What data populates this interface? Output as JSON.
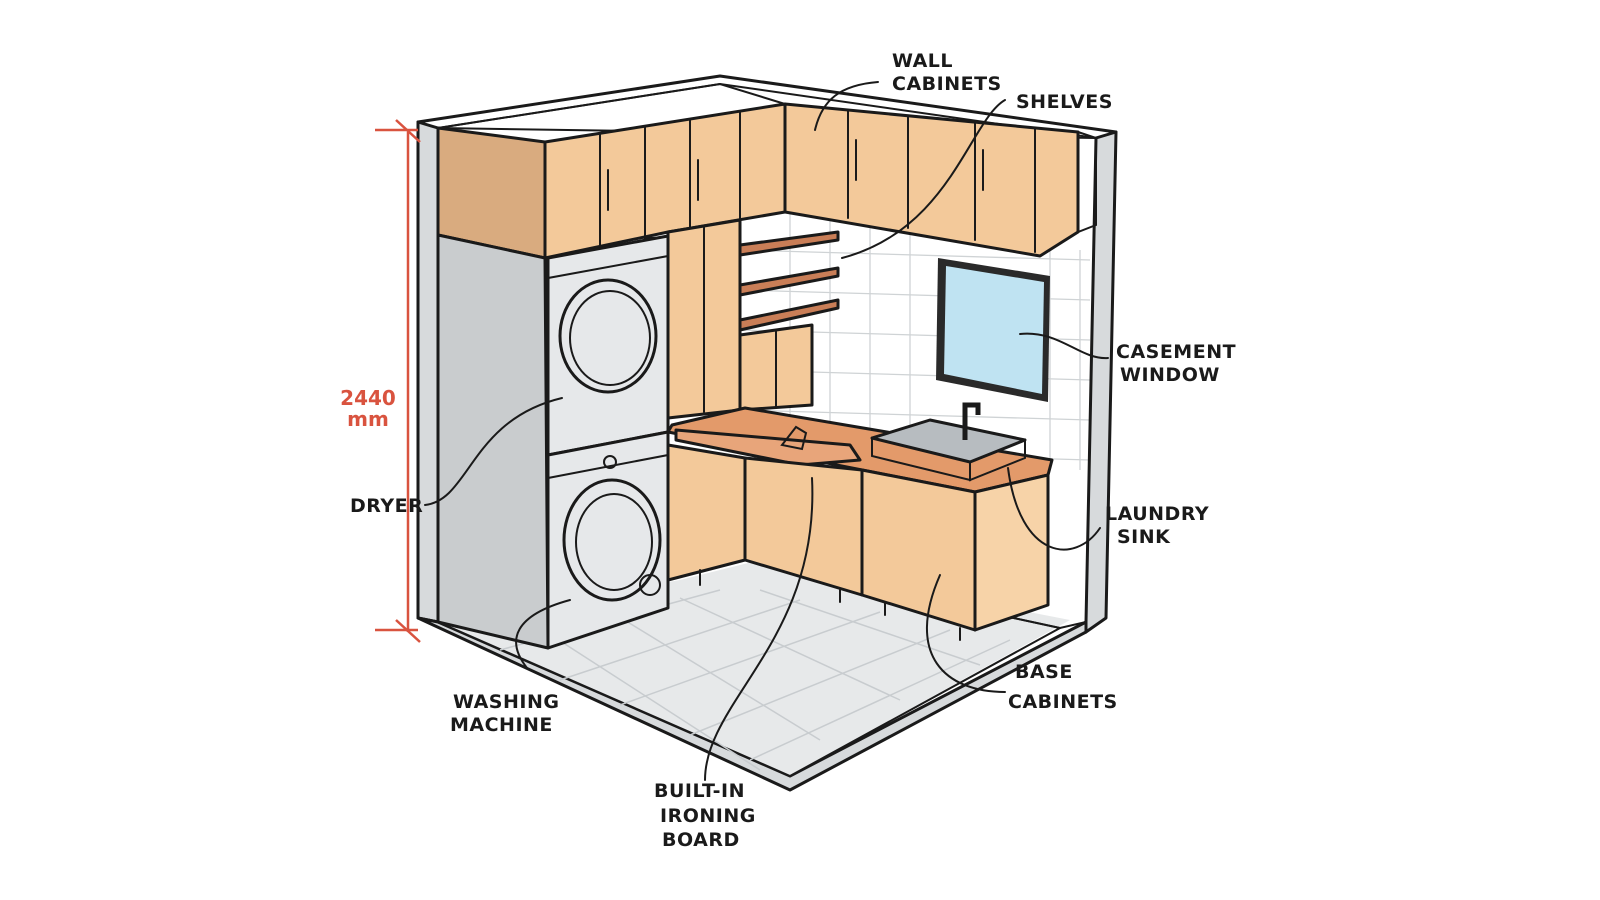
{
  "dimension": {
    "line1": "2440",
    "line2": "mm",
    "color": "#d9533f"
  },
  "labels": {
    "wall_cabinets": {
      "line1": "WALL",
      "line2": "CABINETS"
    },
    "shelves": "SHELVES",
    "casement_window": {
      "line1": "CASEMENT",
      "line2": "WINDOW"
    },
    "laundry_sink": {
      "line1": "LAUNDRY",
      "line2": "SINK"
    },
    "base_cabinets": {
      "line1": "BASE",
      "line2": "CABINETS"
    },
    "dryer": "DRYER",
    "washing_machine": {
      "line1": "WASHING",
      "line2": "MACHINE"
    },
    "ironing_board": {
      "line1": "BUILT-IN",
      "line2": "IRONING",
      "line3": "BOARD"
    }
  },
  "colors": {
    "cabinet": "#f3c99a",
    "cabinet_shade": "#d9ab7f",
    "countertop": "#e39a6a",
    "wall_tile": "#eff1f1",
    "floor": "#e7e9ea",
    "appliance": "#e6e8ea",
    "window_glass": "#bfe3f2",
    "drum": "#6c737a"
  }
}
